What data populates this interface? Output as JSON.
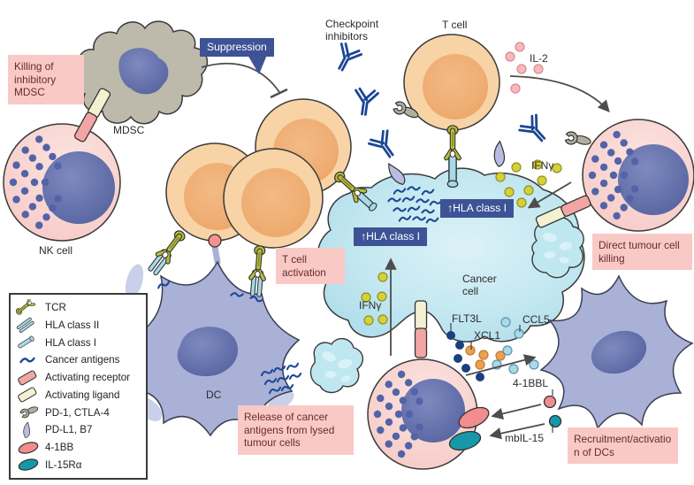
{
  "figure": {
    "labels": {
      "killing_mdsc": "Killing of inhibitory MDSC",
      "mdsc": "MDSC",
      "nk_cell": "NK cell",
      "suppression": "Suppression",
      "checkpoint_inhibitors": "Checkpoint inhibitors",
      "t_cell": "T cell",
      "il2": "IL-2",
      "ifng_right": "IFNγ",
      "ifng_center": "IFNγ",
      "hla_class_i_up_center": "↑HLA class I",
      "hla_class_i_up_right": "↑HLA class I",
      "direct_killing": "Direct tumour cell killing",
      "cancer_cell": "Cancer cell",
      "t_cell_activation": "T cell activation",
      "dc": "DC",
      "release_antigens": "Release of cancer antigens from lysed tumour cells",
      "flt3l": "FLT3L",
      "xcl1": "XCL1",
      "ccl5": "CCL5",
      "four_1bbl": "4-1BBL",
      "mbil15": "mbIL-15",
      "recruitment": "Recruitment/activation of DCs"
    },
    "legend": {
      "items": [
        {
          "icon": "tcr-icon",
          "label": "TCR"
        },
        {
          "icon": "hla-class-ii-icon",
          "label": "HLA class II"
        },
        {
          "icon": "hla-class-i-icon",
          "label": "HLA class I"
        },
        {
          "icon": "cancer-antigens-icon",
          "label": "Cancer antigens"
        },
        {
          "icon": "activating-receptor-icon",
          "label": "Activating receptor"
        },
        {
          "icon": "activating-ligand-icon",
          "label": "Activating ligand"
        },
        {
          "icon": "pd1-ctla4-icon",
          "label": "PD-1, CTLA-4"
        },
        {
          "icon": "pdl1-b7-icon",
          "label": "PD-L1, B7"
        },
        {
          "icon": "41bb-icon",
          "label": "4-1BB"
        },
        {
          "icon": "il15ra-icon",
          "label": "IL-15Rα"
        }
      ]
    },
    "colors": {
      "pink_box": "#f9c9c6",
      "pink_box_text": "#692b2b",
      "blue_box": "#3e5296",
      "t_cell": "#f8d3a6",
      "t_cell_inner": "#efae74",
      "nk_cell": "#f7cdc9",
      "nucleus": "#6370ae",
      "cancer_cell": "#b9e1ec",
      "dendritic_cell": "#a9b1d7",
      "mdsc": "#bdbaac",
      "antibody": "#1b4693",
      "tcr": "#b9bd3c",
      "hla": "#a7d9e8",
      "activating_receptor": "#f2a6a4",
      "activating_ligand": "#f4f1d3",
      "pd1_ctla4": "#b3af9f",
      "pdl1_b7": "#b7bce0",
      "four_1bb": "#f28d8d",
      "il15ra": "#1798a8",
      "ifng_dot": "#d6d13b",
      "il2_dot": "#f7b9bd",
      "flt3l_dot": "#1c3f80",
      "xcl1_dot": "#eda052",
      "ccl5_dot": "#abd9e8"
    }
  }
}
